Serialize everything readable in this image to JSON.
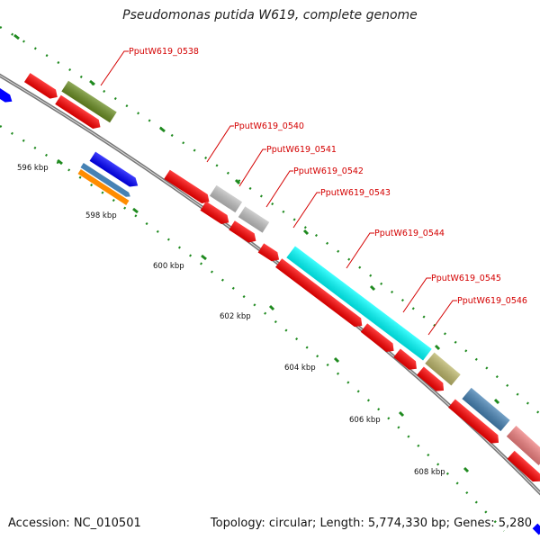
{
  "title": "Pseudomonas putida W619, complete genome",
  "footer": {
    "accession": "Accession: NC_010501",
    "topology": "Topology: circular; Length: 5,774,330 bp; Genes: 5,280"
  },
  "scale_labels": [
    {
      "text": "596 kbp",
      "icon": "tick"
    },
    {
      "text": "598 kbp",
      "icon": "tick"
    },
    {
      "text": "600 kbp",
      "icon": "tick"
    },
    {
      "text": "602 kbp",
      "icon": "tick"
    },
    {
      "text": "604 kbp",
      "icon": "tick"
    },
    {
      "text": "606 kbp",
      "icon": "tick"
    },
    {
      "text": "608 kbp",
      "icon": "tick"
    }
  ],
  "gene_labels": [
    "PputW619_0538",
    "PputW619_0540",
    "PputW619_0541",
    "PputW619_0542",
    "PputW619_0543",
    "PputW619_0544",
    "PputW619_0545",
    "PputW619_0546"
  ],
  "colors": {
    "backbone": "#777777",
    "scale": "#1f8a1f",
    "label": "#d40000",
    "red": "#ff0000",
    "olive": "#6b8e23",
    "blue": "#0000ff",
    "steelblue": "#4682b4",
    "orange": "#ff8c00",
    "silver": "#c0c0c0",
    "cyan": "#00ffff",
    "khaki": "#bdb76b",
    "salmon": "#f08080"
  }
}
